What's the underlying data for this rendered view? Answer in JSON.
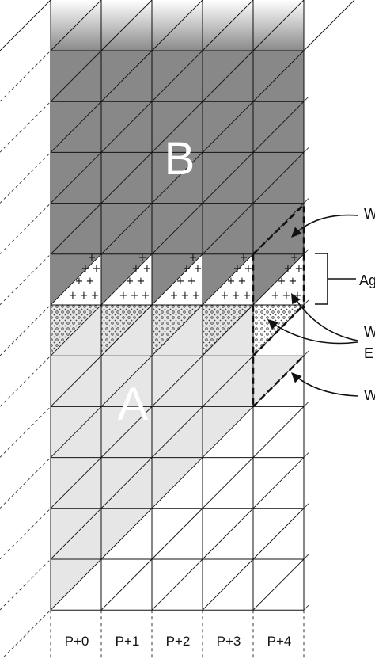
{
  "diagram": {
    "region_b_label": "B",
    "region_a_label": "A",
    "columns": [
      "P+0",
      "P+1",
      "P+2",
      "P+3",
      "P+4"
    ],
    "callouts": [
      "W",
      "Ag",
      "W",
      "E",
      "W"
    ],
    "colors": {
      "region_b": "#888888",
      "region_a": "#e6e6e6",
      "line": "#111111",
      "dots": "#444444"
    }
  }
}
